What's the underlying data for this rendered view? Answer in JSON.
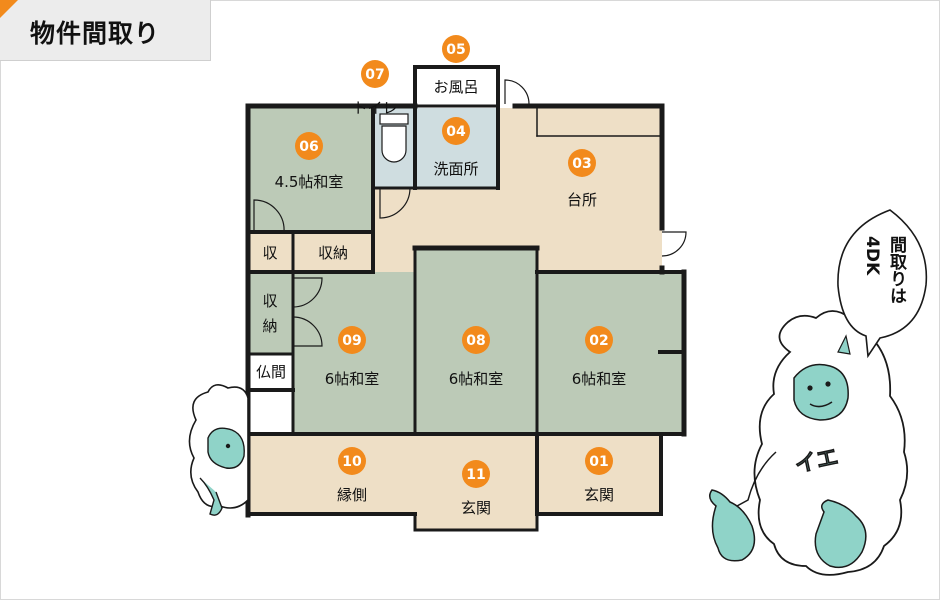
{
  "page": {
    "title": "物件間取り"
  },
  "colors": {
    "tatami": "#bccab7",
    "wood": "#eedfc6",
    "bath": "#cfdde0",
    "wall": "#1a1a1a",
    "badge": "#f28a1c",
    "yeti": "#ffffff",
    "skin": "#8fd3c8"
  },
  "rooms": [
    {
      "num": "01",
      "label": "玄関"
    },
    {
      "num": "02",
      "label": "6帖和室"
    },
    {
      "num": "03",
      "label": "台所"
    },
    {
      "num": "04",
      "label": "洗面所"
    },
    {
      "num": "05",
      "label": "お風呂"
    },
    {
      "num": "06",
      "label": "4.5帖和室"
    },
    {
      "num": "07",
      "label": "トイレ"
    },
    {
      "num": "08",
      "label": "6帖和室"
    },
    {
      "num": "09",
      "label": "6帖和室"
    },
    {
      "num": "10",
      "label": "縁側"
    },
    {
      "num": "11",
      "label": "玄関"
    }
  ],
  "storage": {
    "small": "収",
    "closet": "収納",
    "closet_top": "収",
    "closet_bottom": "納",
    "butsuma": "仏間"
  },
  "speech": {
    "line1": "間取りは",
    "line2": "4DK"
  },
  "mascot": {
    "chest": "イエ"
  }
}
